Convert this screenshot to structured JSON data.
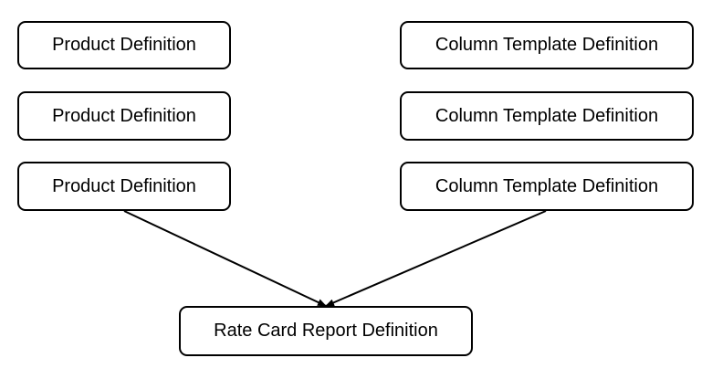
{
  "nodes": {
    "left": [
      {
        "label": "Product Definition"
      },
      {
        "label": "Product Definition"
      },
      {
        "label": "Product Definition"
      }
    ],
    "right": [
      {
        "label": "Column Template Definition"
      },
      {
        "label": "Column Template Definition"
      },
      {
        "label": "Column Template Definition"
      }
    ],
    "bottom": {
      "label": "Rate Card Report Definition"
    }
  },
  "edges": [
    {
      "from": "Product Definition",
      "to": "Rate Card Report Definition"
    },
    {
      "from": "Column Template Definition",
      "to": "Rate Card Report Definition"
    }
  ]
}
